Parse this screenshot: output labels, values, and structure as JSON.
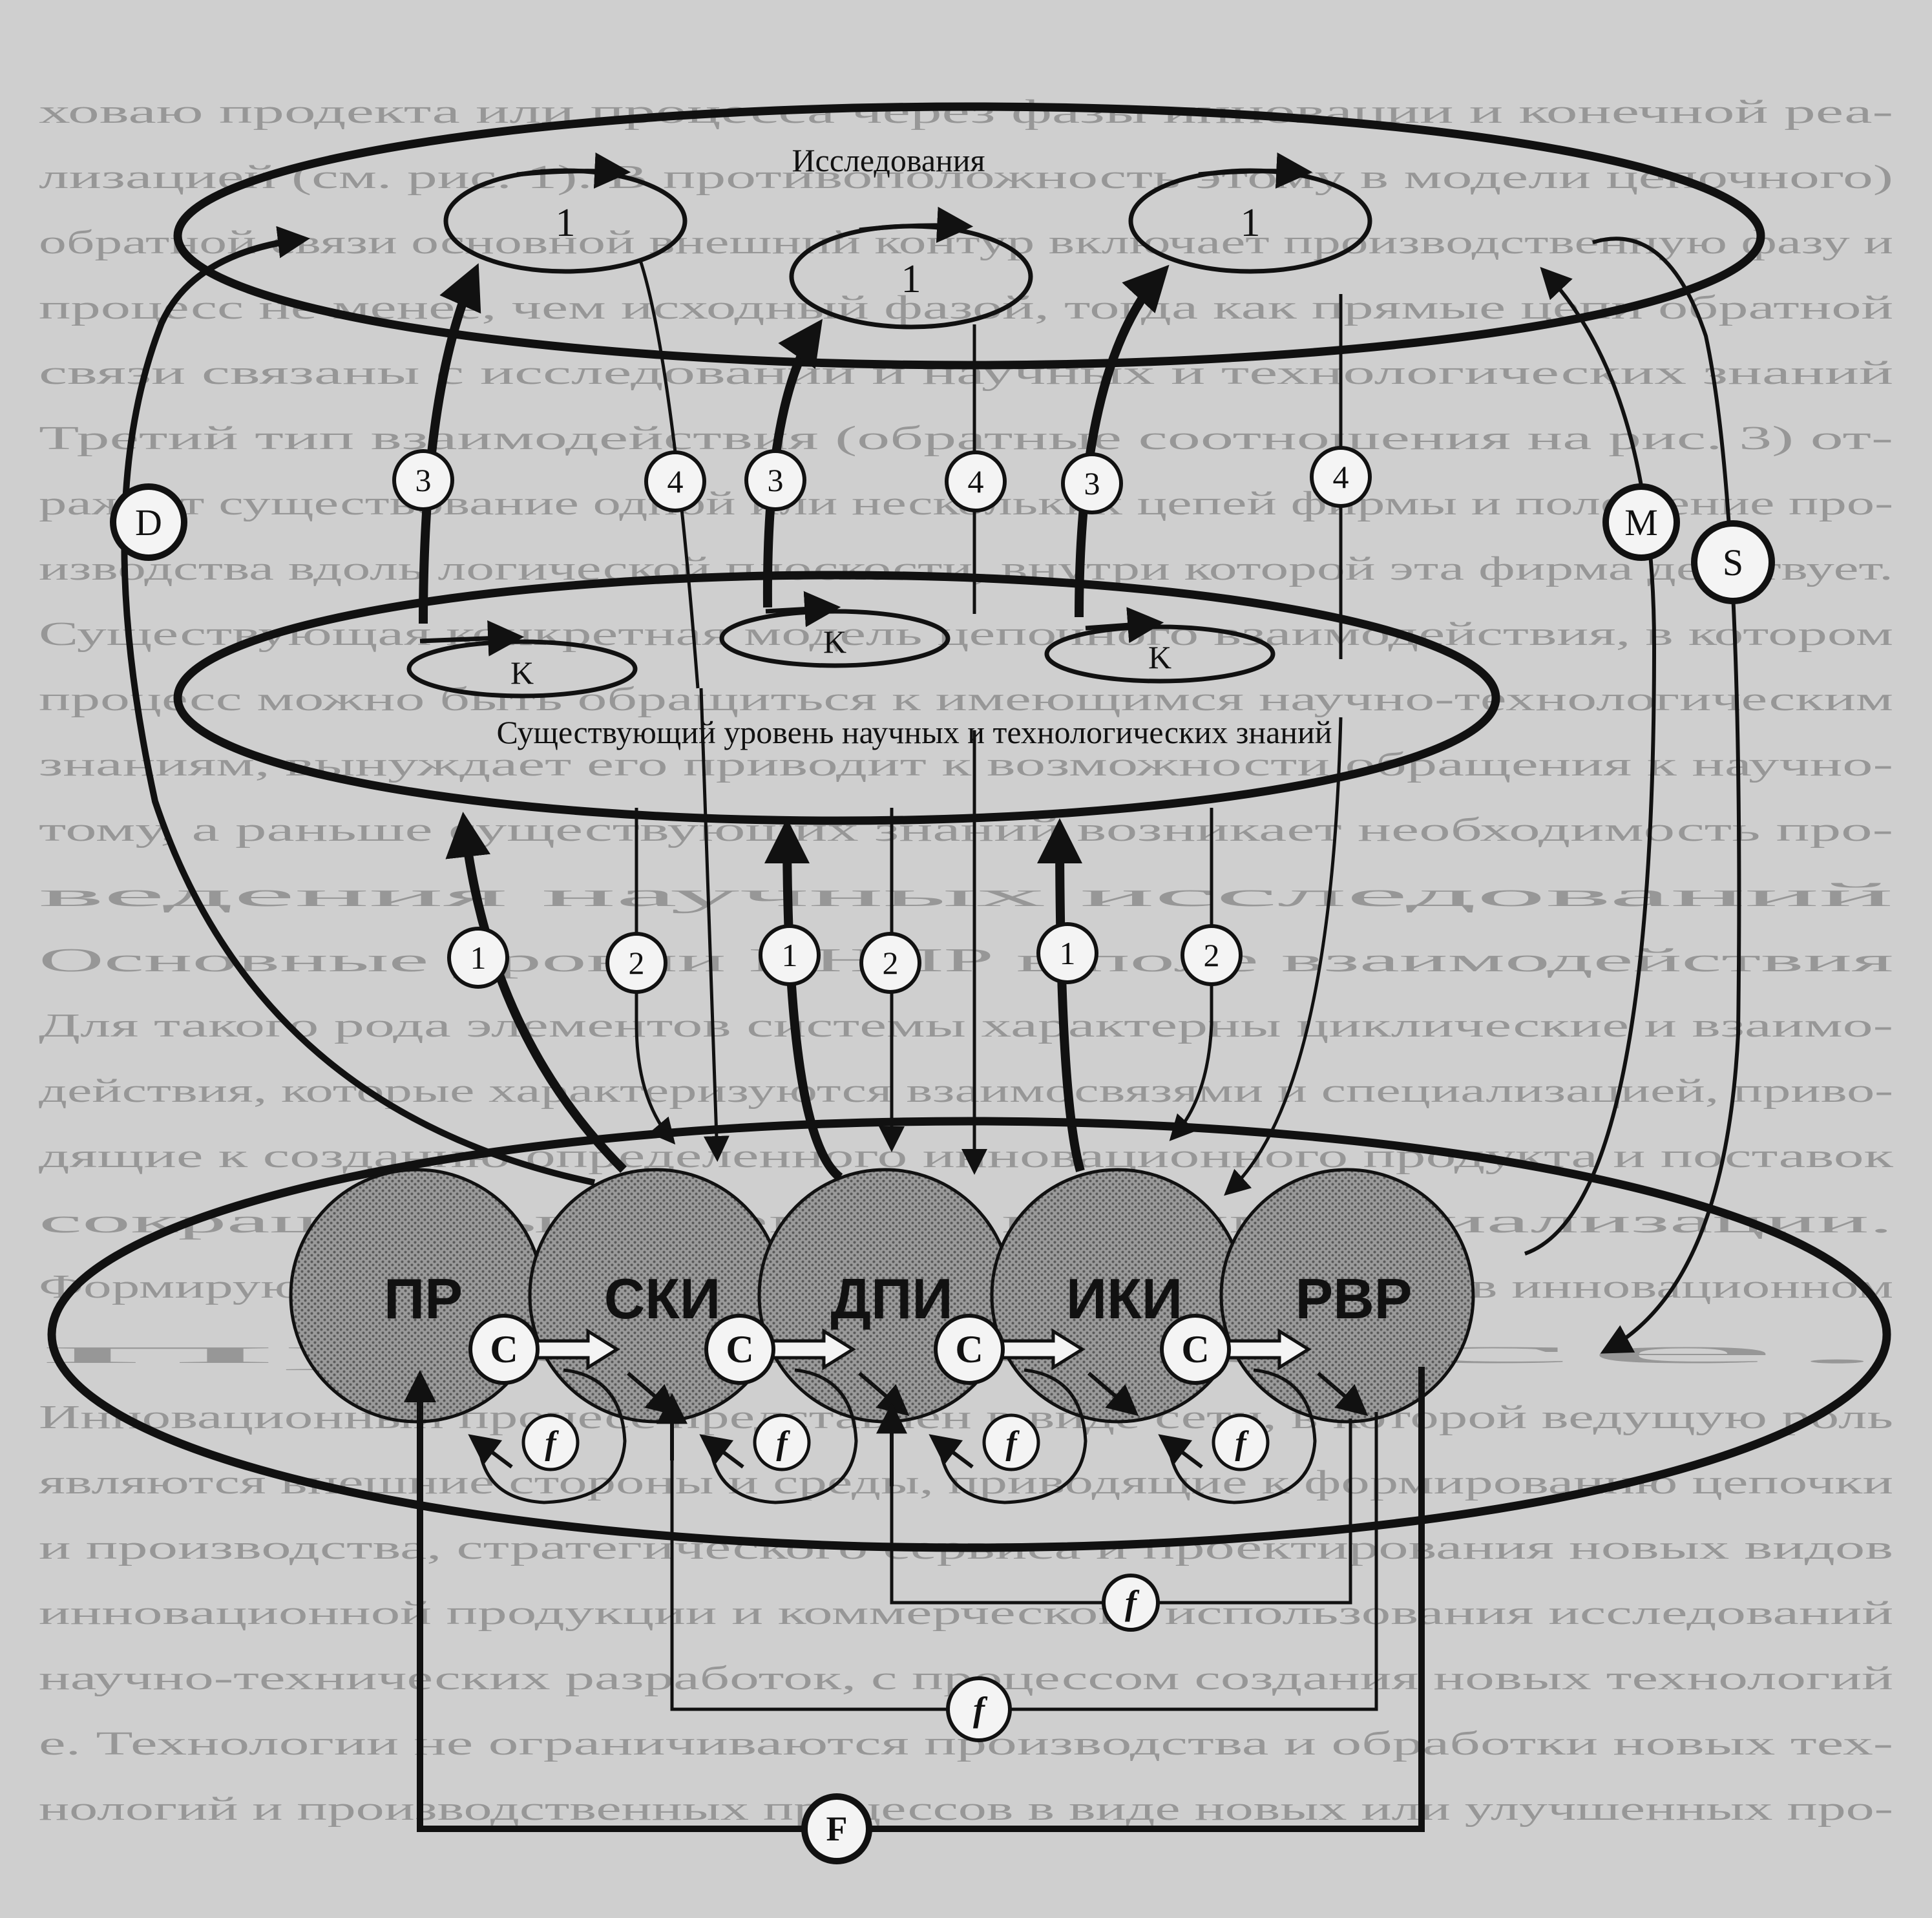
{
  "background_text": [
    "ховаю продекта или процесса через фазы инновации и конечной реа-",
    "лизацией (см. рис. 1). В противоположность этому в модели цепочного)",
    "обратной связи основной внешний контур включает производственную фазу и",
    "процесс не менее, чем исходный фазой, тогда как прямые цепи обратной",
    "связи связаны с исследований и научных и технологических знаний",
    "Третий тип взаимодействия (обратные соотношения на рис. 3) от-",
    "ражает существование одной или нескольких цепей фирмы и положение про-",
    "изводства вдоль логической плоскости, внутри которой эта фирма действует.",
    "Существующая конкретная модель цепочного взаимодействия, в котором",
    "процесс можно быть обращиться к имеющимся научно-технологическим",
    "знаниям, вынуждает его приводит к возможности обращения к научно-",
    "тому, а раньше существующих знаний возникает необходимость про-",
    "ведения научных исследований",
    "Основные уровни ИНПР в поле взаимодействия",
    "Для такого рода элементов системы характерны циклические и взаимо-",
    "действия, которые характеризуются взаимосвязями и специализацией, приво-",
    "дящие к созданию определенного инновационного продукта и поставок",
    "сокращенных времени и коммерциализации.",
    "Формируются таким образом ряд связей и взаимодействий в инновационном",
    "процессе.",
    "Инновационный процесс представлен в виде сети, в которой ведущую роль",
    "являются внешние стороны и среды, приводящие к формированию цепочки",
    "и производства, стратегического сервиса и проектирования новых видов",
    "инновационной продукции и коммерческого использования исследований",
    "научно-технических разработок, с процессом создания новых технологий",
    "е. Технологии не ограничиваются производства и обработки новых тех-",
    "нологий и производственных процессов в виде новых или улучшенных про-"
  ],
  "research": {
    "title": "Исследования",
    "sub1": "1",
    "sub2": "1",
    "sub3": "1"
  },
  "knowledge": {
    "title": "Существующий уровень научных и технологических знаний",
    "k1": "K",
    "k2": "K",
    "k3": "K"
  },
  "badges": {
    "three_a": "3",
    "three_b": "3",
    "three_c": "3",
    "four_a": "4",
    "four_b": "4",
    "four_c": "4",
    "one_a": "1",
    "one_b": "1",
    "one_c": "1",
    "two_a": "2",
    "two_b": "2",
    "D": "D",
    "M": "M",
    "S": "S"
  },
  "chain": {
    "nodes": [
      "ПР",
      "СКИ",
      "ДПИ",
      "ИКИ",
      "РВР"
    ],
    "c_labels": [
      "C",
      "C",
      "C",
      "C"
    ],
    "f_labels": [
      "f",
      "f",
      "f",
      "f"
    ]
  },
  "feedback": {
    "f_mid": "f",
    "f_low": "f",
    "F": "F"
  },
  "colors": {
    "background": "#cfcfcf",
    "line": "#111111",
    "node_fill": "#8a8a8a",
    "badge_fill": "#f4f4f4"
  }
}
